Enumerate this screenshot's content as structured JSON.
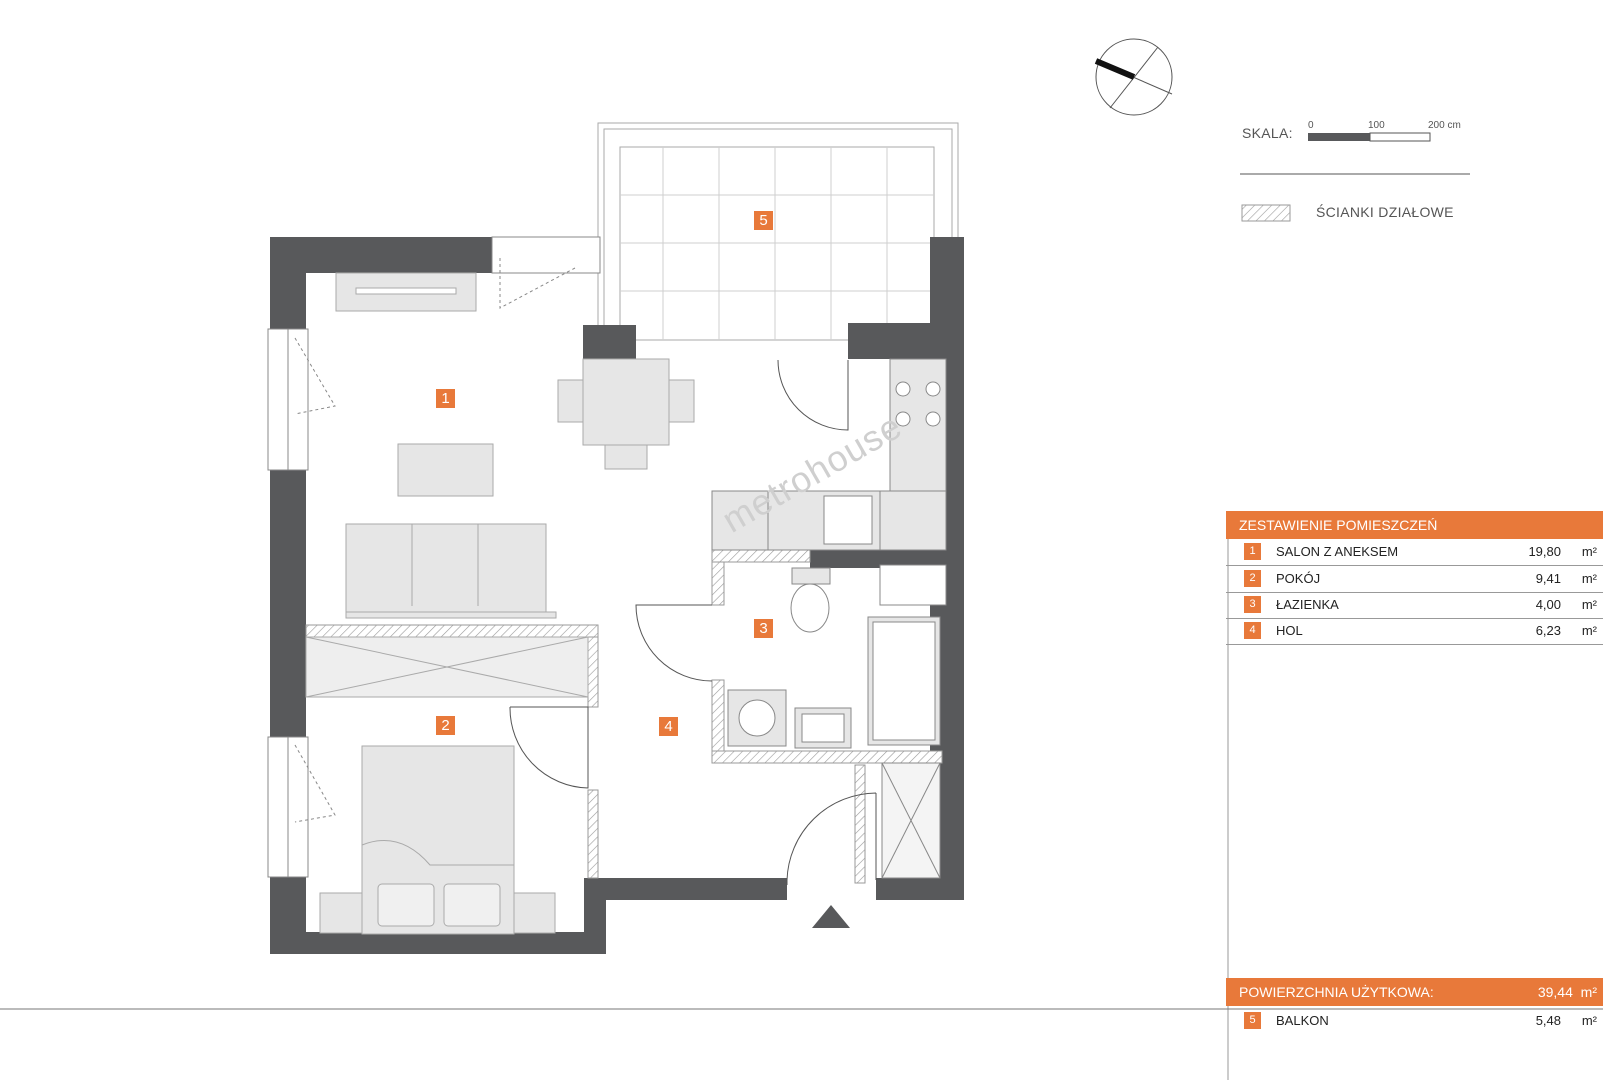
{
  "rooms": [
    {
      "number": "1",
      "name": "SALON Z ANEKSEM",
      "area": "19,80",
      "unit": "m²"
    },
    {
      "number": "2",
      "name": "POKÓJ",
      "area": "9,41",
      "unit": "m²"
    },
    {
      "number": "3",
      "name": "ŁAZIENKA",
      "area": "4,00",
      "unit": "m²"
    },
    {
      "number": "4",
      "name": "HOL",
      "area": "6,23",
      "unit": "m²"
    }
  ],
  "balcony": {
    "number": "5",
    "name": "BALKON",
    "area": "5,48",
    "unit": "m²"
  },
  "table": {
    "title": "ZESTAWIENIE POMIESZCZEŃ",
    "total_label": "POWIERZCHNIA UŻYTKOWA:",
    "total_value": "39,44",
    "total_unit": "m²"
  },
  "scale": {
    "label": "SKALA:",
    "ticks": [
      "0",
      "100",
      "200 cm"
    ]
  },
  "legend": {
    "partition_label": "ŚCIANKI DZIAŁOWE"
  },
  "watermark": "metrohouse",
  "colors": {
    "accent": "#e8793a",
    "wall": "#58595b",
    "furniture": "#e6e6e6",
    "line": "#999999"
  }
}
